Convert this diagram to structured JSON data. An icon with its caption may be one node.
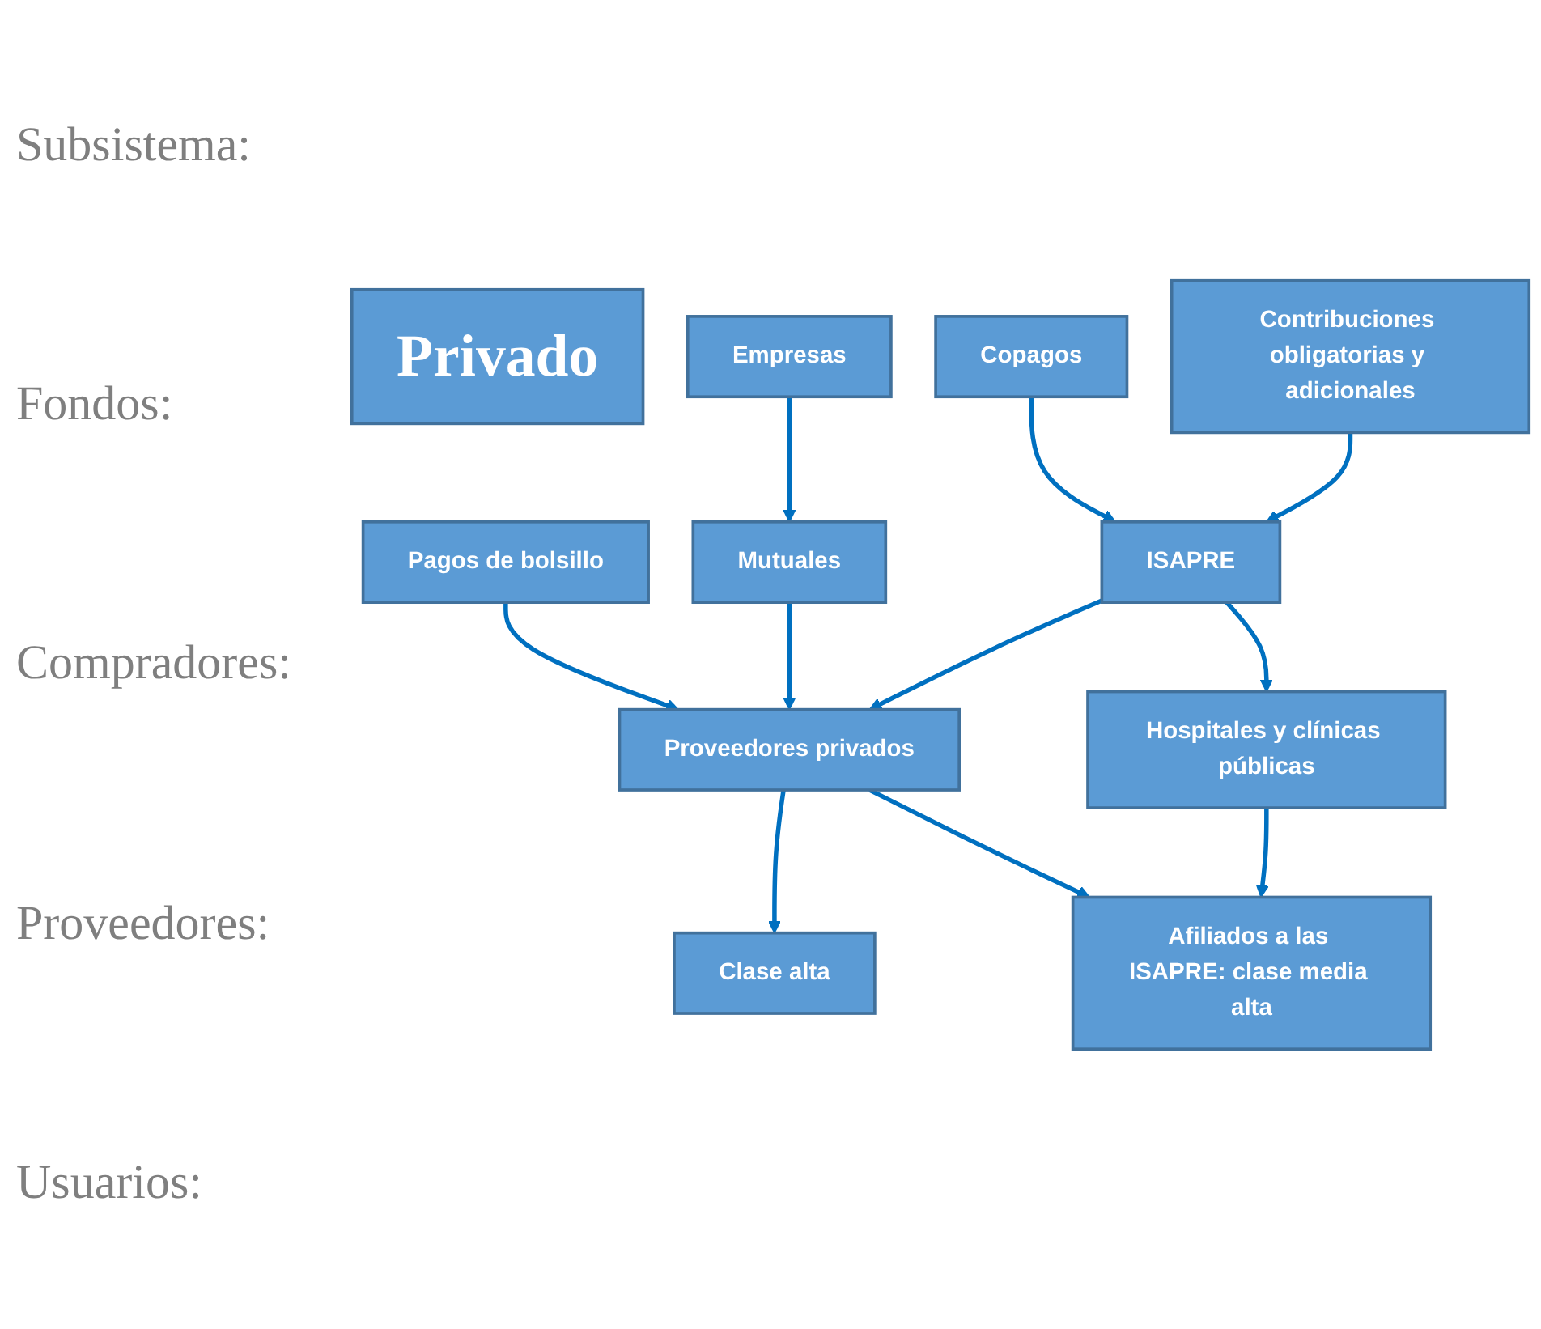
{
  "diagram": {
    "nodes": [
      {
        "text": [
          "Privado"
        ]
      },
      {
        "text": [
          "Contribuciones obligatorias y adicionales"
        ]
      },
      {
        "text": [
          "Copagos"
        ]
      },
      {
        "text": [
          "Empresas"
        ]
      },
      {
        "text": [
          "Pagos de bolsillo"
        ]
      },
      {
        "text": [
          "ISAPRE"
        ]
      },
      {
        "text": [
          "Mutuales"
        ]
      },
      {
        "text": [
          "Hospitales y clínicas públicas"
        ]
      },
      {
        "text": [
          "Proveedores privados"
        ]
      },
      {
        "text": [
          "Afiliados a las ISAPRE: clase media alta"
        ]
      },
      {
        "text": [
          "Clase alta"
        ]
      }
    ],
    "edges": [
      {
        "from": 1,
        "to": 5,
        "arrow": "to"
      },
      {
        "from": 2,
        "to": 5,
        "arrow": "to"
      },
      {
        "from": 3,
        "to": 6,
        "arrow": "to"
      },
      {
        "from": 4,
        "to": 8,
        "arrow": "to"
      },
      {
        "from": 5,
        "to": 7,
        "arrow": "to"
      },
      {
        "from": 5,
        "to": 8,
        "arrow": "to"
      },
      {
        "from": 6,
        "to": 8,
        "arrow": "to"
      },
      {
        "from": 7,
        "to": 9,
        "arrow": "to"
      },
      {
        "from": 8,
        "to": 9,
        "arrow": "to"
      },
      {
        "from": 8,
        "to": 10,
        "arrow": "to"
      }
    ],
    "labels": [
      "Subsistema:",
      "Fondos:",
      "Compradores:",
      "Proveedores:",
      "Usuarios:"
    ]
  }
}
